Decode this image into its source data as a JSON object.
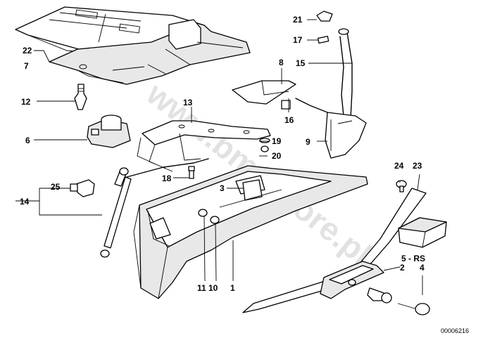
{
  "watermark": "www.bmwstore.pl",
  "reference_number": "00006216",
  "callouts": {
    "c1": "1",
    "c2": "2",
    "c3": "3",
    "c4": "4",
    "c5rs": "5 - RS",
    "c6": "6",
    "c7": "7",
    "c8": "8",
    "c9": "9",
    "c10": "10",
    "c11": "11",
    "c12": "12",
    "c13": "13",
    "c14": "14",
    "c15": "15",
    "c16": "16",
    "c17": "17",
    "c18": "18",
    "c19": "19",
    "c20": "20",
    "c21": "21",
    "c22": "22",
    "c23": "23",
    "c24": "24",
    "c25": "25"
  }
}
